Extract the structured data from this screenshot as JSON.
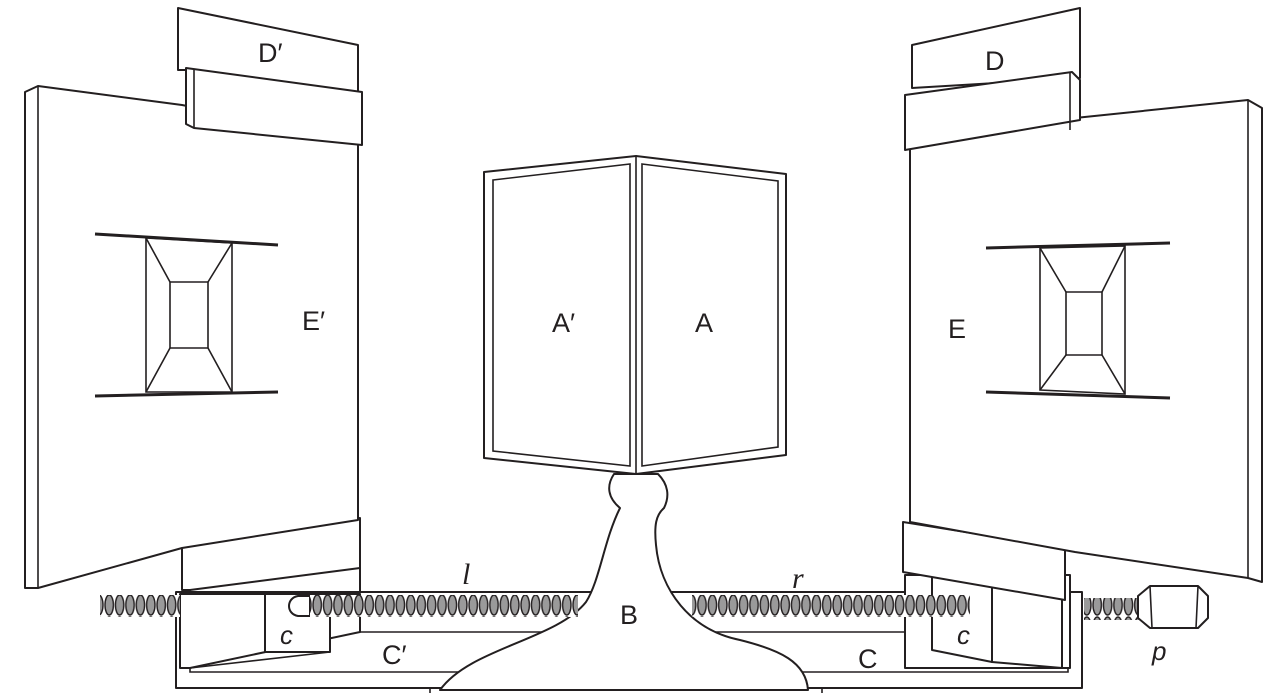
{
  "colors": {
    "ink": "#231f20",
    "paper": "#ffffff",
    "screw_fill": "#9a9a9a"
  },
  "labels": {
    "d_prime": "D′",
    "d": "D",
    "e_prime": "E′",
    "e": "E",
    "a_prime": "A′",
    "a": "A",
    "b": "B",
    "c_prime": "C′",
    "c_base": "C",
    "c_left": "c",
    "c_right": "c",
    "l": "l",
    "r": "r",
    "p": "p"
  }
}
